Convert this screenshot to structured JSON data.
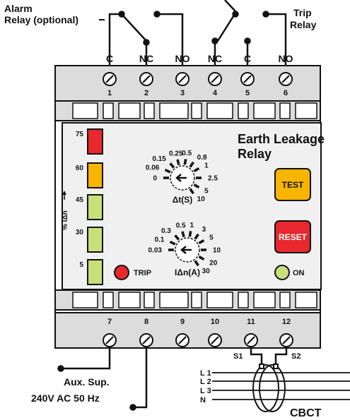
{
  "top_labels": {
    "alarm_relay": [
      "Alarm",
      "Relay (optional)"
    ],
    "trip_relay": [
      "Trip",
      "Relay"
    ]
  },
  "contacts_top": [
    "C",
    "NC",
    "NO",
    "NC",
    "C",
    "NO"
  ],
  "terminals_top": [
    "1",
    "2",
    "3",
    "4",
    "5",
    "6"
  ],
  "terminals_bottom": [
    "7",
    "8",
    "9",
    "10",
    "11",
    "12"
  ],
  "device_title": [
    "Earth Leakage",
    "Relay"
  ],
  "leds": {
    "bars": [
      "75",
      "60",
      "45",
      "30",
      "5"
    ],
    "bar_colors": [
      "#e8282e",
      "#f7b500",
      "#c8e07a",
      "#c8e07a",
      "#c8e07a"
    ],
    "axis_label": "% IΔn",
    "trip": "TRIP",
    "on": "ON"
  },
  "dial_time": {
    "label": "Δt(S)",
    "ticks": [
      "0",
      "0.06",
      "0.15",
      "0.25",
      "0.5",
      "0.8",
      "1",
      "2.5",
      "5",
      "10"
    ]
  },
  "dial_current": {
    "label": "IΔn(A)",
    "ticks": [
      "0.03",
      "0.1",
      "0.3",
      "0.5",
      "1",
      "3",
      "5",
      "10",
      "20",
      "30"
    ]
  },
  "buttons": {
    "test": "TEST",
    "reset": "RESET"
  },
  "bottom_labels": {
    "aux_supply": [
      "Aux. Sup.",
      "240V AC 50 Hz"
    ],
    "s1": "S1",
    "s2": "S2",
    "lines": [
      "L 1",
      "L 2",
      "L 3",
      "N"
    ],
    "cbct": "CBCT"
  },
  "colors": {
    "panel": "#dcdcdc",
    "body": "#f0f0f0",
    "test": "#f7b500",
    "reset": "#e8282e",
    "trip_led": "#e8282e",
    "on_led": "#c8e07a"
  }
}
